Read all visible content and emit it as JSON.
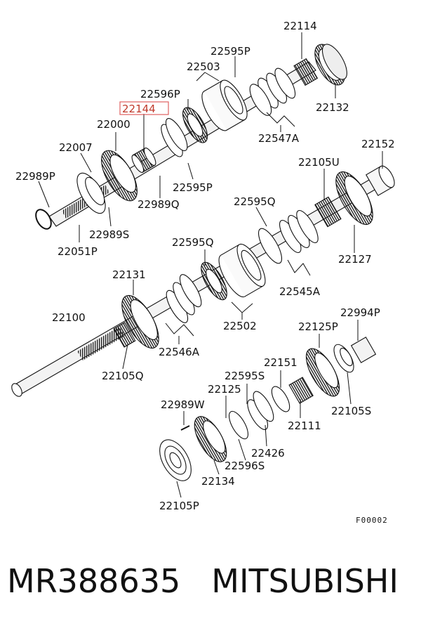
{
  "diagram": {
    "highlighted_label": "22144",
    "figure_code": "F00002",
    "labels": {
      "l22114": "22114",
      "l22595P_top": "22595P",
      "l22503": "22503",
      "l22596P": "22596P",
      "l22144": "22144",
      "l22132": "22132",
      "l22000": "22000",
      "l22547A": "22547A",
      "l22007": "22007",
      "l22152": "22152",
      "l22105U": "22105U",
      "l22989P": "22989P",
      "l22595P_mid": "22595P",
      "l22989Q": "22989Q",
      "l22595Q_a": "22595Q",
      "l22989S": "22989S",
      "l22051P": "22051P",
      "l22127": "22127",
      "l22595Q_b": "22595Q",
      "l22131": "22131",
      "l22545A": "22545A",
      "l22100": "22100",
      "l22994P": "22994P",
      "l22502": "22502",
      "l22125P": "22125P",
      "l22546A": "22546A",
      "l22151": "22151",
      "l22105Q": "22105Q",
      "l22595S": "22595S",
      "l22125": "22125",
      "l22105S": "22105S",
      "l22989W": "22989W",
      "l22111": "22111",
      "l22426": "22426",
      "l22596S": "22596S",
      "l22134": "22134",
      "l22105P": "22105P"
    }
  },
  "footer": {
    "part_number": "MR388635",
    "brand": "MITSUBISHI"
  }
}
